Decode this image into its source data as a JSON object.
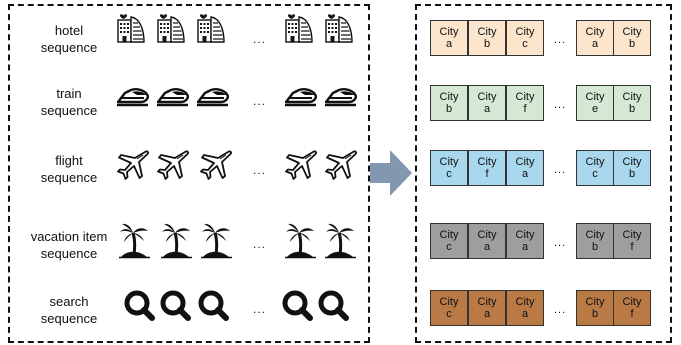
{
  "sequences": [
    {
      "line1": "hotel",
      "line2": "sequence",
      "icon": "hotel-icon",
      "dots": "..."
    },
    {
      "line1": "train",
      "line2": "sequence",
      "icon": "train-icon",
      "dots": "..."
    },
    {
      "line1": "flight",
      "line2": "sequence",
      "icon": "airplane-icon",
      "dots": "..."
    },
    {
      "line1": "vacation item",
      "line2": "sequence",
      "icon": "palm-tree-icon",
      "dots": "..."
    },
    {
      "line1": "search",
      "line2": "sequence",
      "icon": "magnifier-icon",
      "dots": "..."
    }
  ],
  "city_rows": [
    {
      "color": "#fbe5cc",
      "cells": [
        [
          "City",
          "a"
        ],
        [
          "City",
          "b"
        ],
        [
          "City",
          "c"
        ],
        [
          "City",
          "a"
        ],
        [
          "City",
          "b"
        ]
      ],
      "dots": "..."
    },
    {
      "color": "#d5e8d4",
      "cells": [
        [
          "City",
          "b"
        ],
        [
          "City",
          "a"
        ],
        [
          "City",
          "f"
        ],
        [
          "City",
          "e"
        ],
        [
          "City",
          "b"
        ]
      ],
      "dots": "..."
    },
    {
      "color": "#a9d7ee",
      "cells": [
        [
          "City",
          "c"
        ],
        [
          "City",
          "f"
        ],
        [
          "City",
          "a"
        ],
        [
          "City",
          "c"
        ],
        [
          "City",
          "b"
        ]
      ],
      "dots": "..."
    },
    {
      "color": "#9e9e9e",
      "cells": [
        [
          "City",
          "c"
        ],
        [
          "City",
          "a"
        ],
        [
          "City",
          "a"
        ],
        [
          "City",
          "b"
        ],
        [
          "City",
          "f"
        ]
      ],
      "dots": "..."
    },
    {
      "color": "#b97a46",
      "cells": [
        [
          "City",
          "c"
        ],
        [
          "City",
          "a"
        ],
        [
          "City",
          "a"
        ],
        [
          "City",
          "b"
        ],
        [
          "City",
          "f"
        ]
      ],
      "dots": "..."
    }
  ],
  "arrow_color": "#8497b0"
}
